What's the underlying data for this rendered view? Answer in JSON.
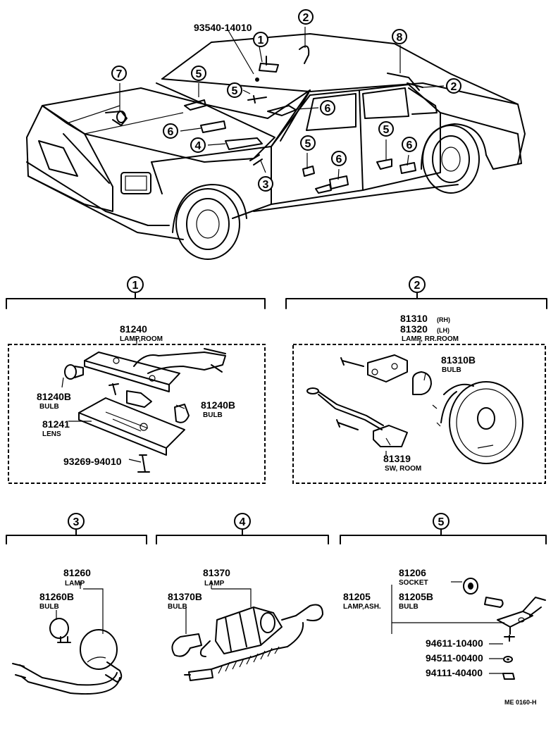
{
  "callouts": {
    "c1": "1",
    "c2": "2",
    "c3": "3",
    "c4": "4",
    "c5": "5",
    "c6": "6",
    "c7": "7",
    "c8": "8"
  },
  "car": {
    "part_top": "93540-14010"
  },
  "section1": {
    "lamp_no": "81240",
    "lamp_desc": "LAMP,ROOM",
    "bulb_left_no": "81240B",
    "bulb_left_desc": "BULB",
    "bulb_right_no": "81240B",
    "bulb_right_desc": "BULB",
    "lens_no": "81241",
    "lens_desc": "LENS",
    "screw_no": "93269-94010"
  },
  "section2": {
    "lamp_rh_no": "81310",
    "lamp_rh_side": "(RH)",
    "lamp_lh_no": "81320",
    "lamp_lh_side": "(LH)",
    "lamp_desc": "LAMP, RR.ROOM",
    "bulb_no": "81310B",
    "bulb_desc": "BULB",
    "switch_no": "81319",
    "switch_desc": "SW, ROOM"
  },
  "section3": {
    "lamp_no": "81260",
    "lamp_desc": "LAMP",
    "bulb_no": "81260B",
    "bulb_desc": "BULB"
  },
  "section4": {
    "lamp_no": "81370",
    "lamp_desc": "LAMP",
    "bulb_no": "81370B",
    "bulb_desc": "BULB"
  },
  "section5": {
    "socket_no": "81206",
    "socket_desc": "SOCKET",
    "lamp_no": "81205",
    "lamp_desc": "LAMP,ASH.",
    "bulb_no": "81205B",
    "bulb_desc": "BULB",
    "part_a": "94611-10400",
    "part_b": "94511-00400",
    "part_c": "94111-40400"
  },
  "footer": {
    "code": "ME 0160-H"
  }
}
